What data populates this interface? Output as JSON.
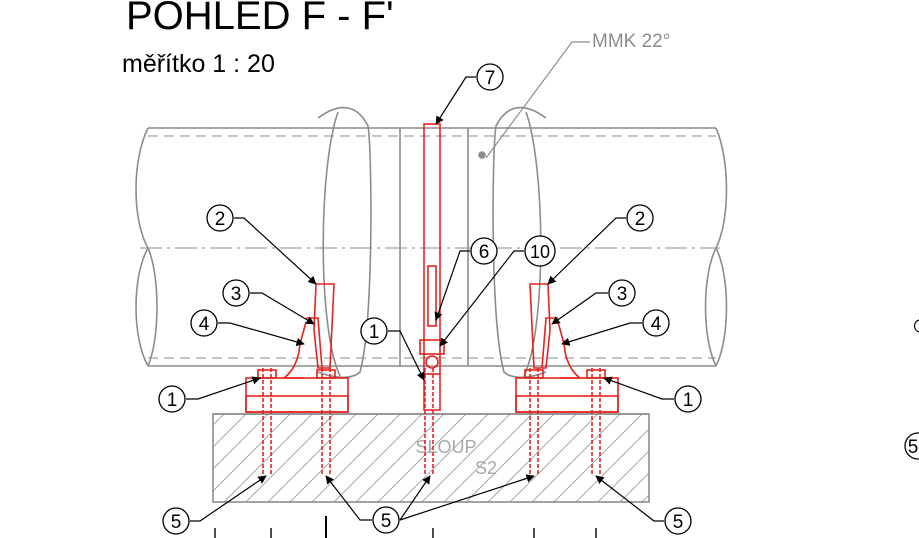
{
  "title": "POHLED F - F'",
  "scale_label": "měřítko 1 : 20",
  "grid_label": "MMK 22°",
  "column_label_line1": "SLOUP",
  "column_label_line2": "S2",
  "callouts": {
    "c1_left": "1",
    "c1_center": "1",
    "c1_right": "1",
    "c2_left": "2",
    "c2_right": "2",
    "c3_left": "3",
    "c3_right": "3",
    "c4_left": "4",
    "c4_right": "4",
    "c5_left": "5",
    "c5_center": "5",
    "c5_right": "5",
    "c5_edge": "5",
    "c6": "6",
    "c7": "7",
    "c10": "10"
  },
  "colors": {
    "detail_red": "#e8221e",
    "pipe_gray": "#8c8c8c",
    "ink": "#000000"
  }
}
